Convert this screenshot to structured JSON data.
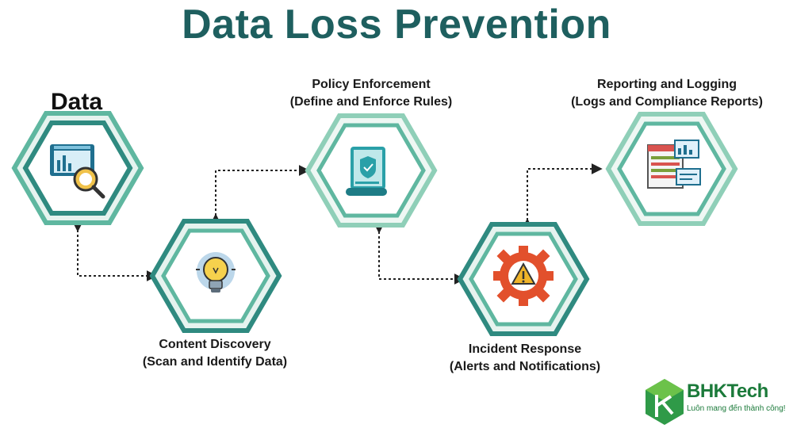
{
  "title": "Data Loss Prevention",
  "data_label": "Data",
  "steps": [
    {
      "title": "Content Discovery",
      "subtitle": "(Scan and Identify Data)",
      "icon": "lightbulb-icon"
    },
    {
      "title": "Policy Enforcement",
      "subtitle": "(Define and Enforce Rules)",
      "icon": "policy-scroll-icon"
    },
    {
      "title": "Incident Response",
      "subtitle": "(Alerts and Notifications)",
      "icon": "warning-gear-icon"
    },
    {
      "title": "Reporting and Logging",
      "subtitle": "(Logs and Compliance Reports)",
      "icon": "report-dashboard-icon"
    }
  ],
  "brand": {
    "name": "BHKTech",
    "tagline": "Luôn mang đến thành công!"
  },
  "colors": {
    "title": "#1e5f5f",
    "hex_outer": "#5fb7a0",
    "hex_inner": "#2f8a80",
    "accent": "#1b7a3a"
  }
}
